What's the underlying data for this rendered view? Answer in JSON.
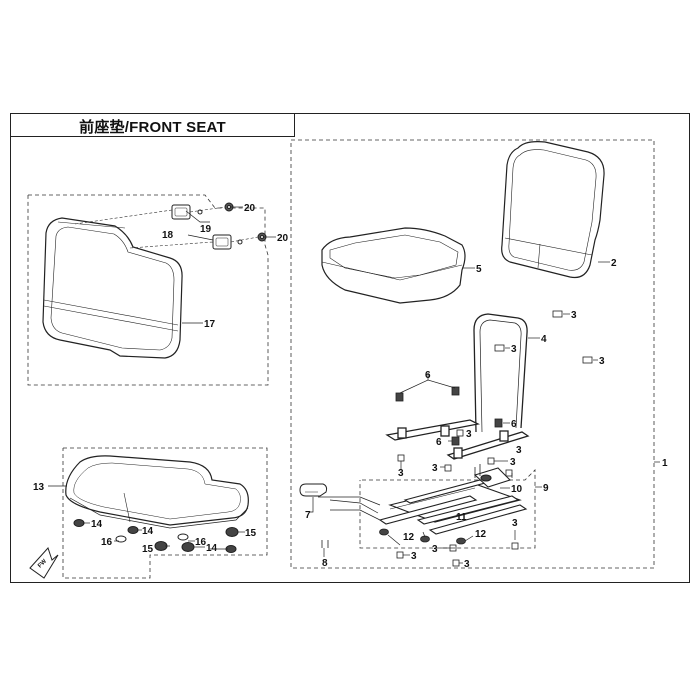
{
  "title": "前座垫/FRONT SEAT",
  "parts": {
    "p1": "1",
    "p2": "2",
    "p3": "3",
    "p4": "4",
    "p5": "5",
    "p6": "6",
    "p7": "7",
    "p8": "8",
    "p9": "9",
    "p10": "10",
    "p11": "11",
    "p12": "12",
    "p13": "13",
    "p14": "14",
    "p15": "15",
    "p16": "16",
    "p17": "17",
    "p18": "18",
    "p19": "19",
    "p20": "20"
  },
  "direction_mark": "FW"
}
